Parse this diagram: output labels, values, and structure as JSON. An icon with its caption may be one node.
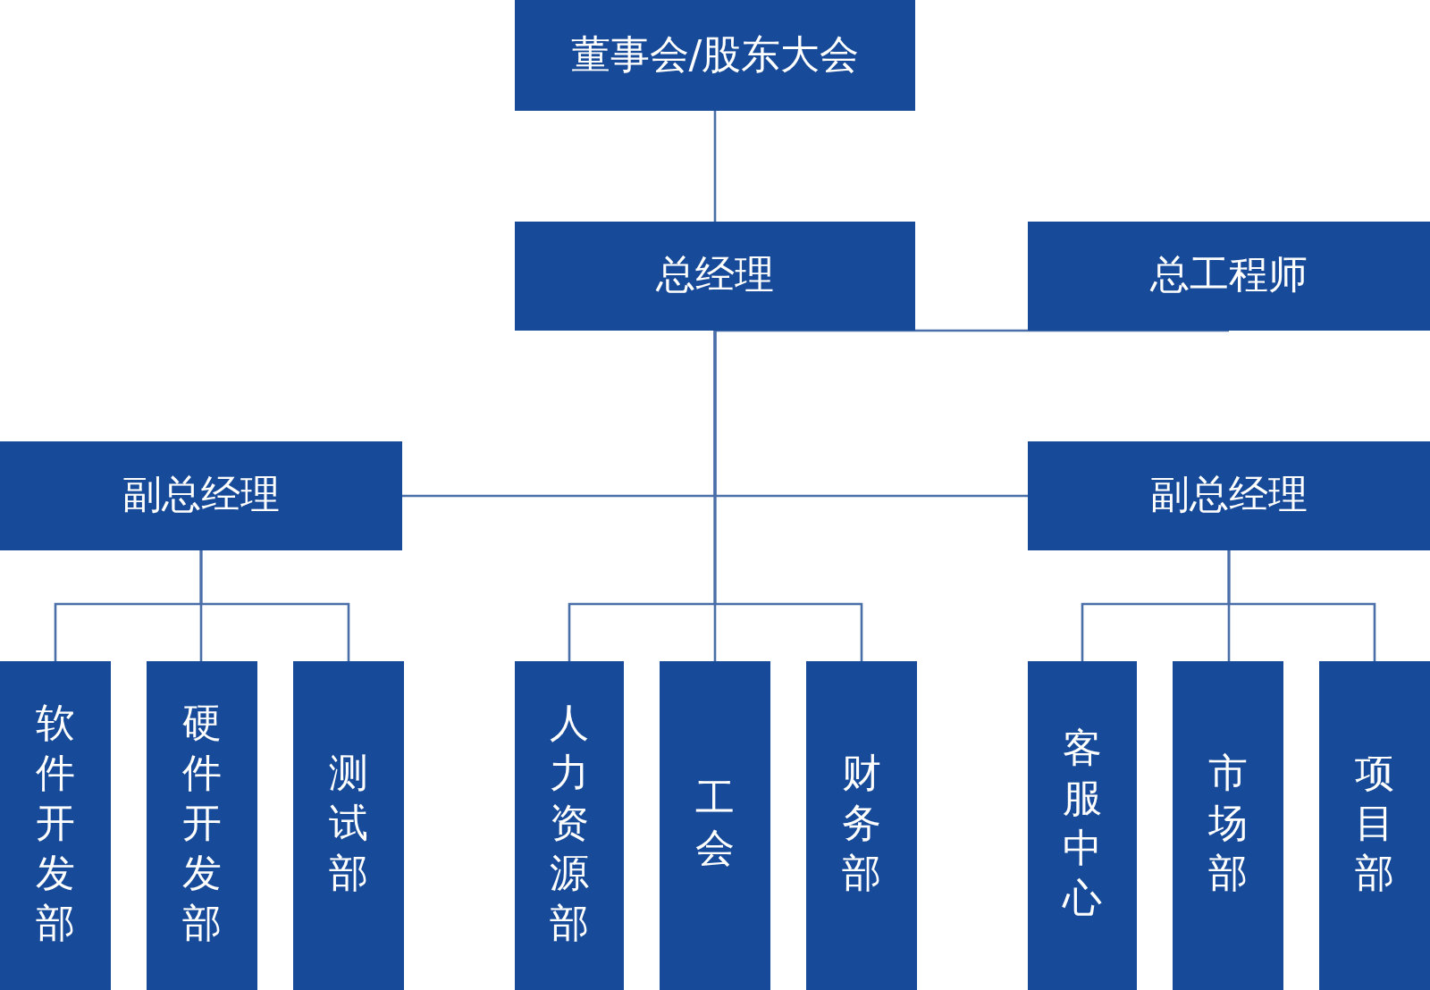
{
  "diagram": {
    "nodes": [
      {
        "text": [
          "董事会/股东大会"
        ]
      },
      {
        "text": [
          "总经理"
        ]
      },
      {
        "text": [
          "总工程师"
        ]
      },
      {
        "text": [
          "副总经理"
        ]
      },
      {
        "text": [
          "副总经理"
        ]
      },
      {
        "text": [
          "软件开发部"
        ]
      },
      {
        "text": [
          "硬件开发部"
        ]
      },
      {
        "text": [
          "测试部"
        ]
      },
      {
        "text": [
          "人力资源部"
        ]
      },
      {
        "text": [
          "工会"
        ]
      },
      {
        "text": [
          "财务部"
        ]
      },
      {
        "text": [
          "客服中心"
        ]
      },
      {
        "text": [
          "市场部"
        ]
      },
      {
        "text": [
          "项目部"
        ]
      }
    ],
    "edges": [
      {
        "from": 0,
        "to": 1,
        "arrow": "none"
      },
      {
        "from": 1,
        "to": 2,
        "arrow": "none"
      },
      {
        "from": 1,
        "to": 3,
        "arrow": "none"
      },
      {
        "from": 1,
        "to": 4,
        "arrow": "none"
      },
      {
        "from": 1,
        "to": 8,
        "arrow": "none"
      },
      {
        "from": 1,
        "to": 9,
        "arrow": "none"
      },
      {
        "from": 1,
        "to": 10,
        "arrow": "none"
      },
      {
        "from": 3,
        "to": 5,
        "arrow": "none"
      },
      {
        "from": 3,
        "to": 6,
        "arrow": "none"
      },
      {
        "from": 3,
        "to": 7,
        "arrow": "none"
      },
      {
        "from": 4,
        "to": 11,
        "arrow": "none"
      },
      {
        "from": 4,
        "to": 12,
        "arrow": "none"
      },
      {
        "from": 4,
        "to": 13,
        "arrow": "none"
      }
    ]
  }
}
